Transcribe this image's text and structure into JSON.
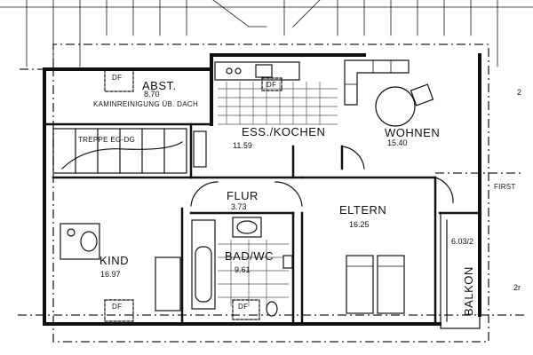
{
  "rooms": {
    "abstellraum": {
      "name": "ABST.",
      "area": "8.70",
      "note": "KAMINREINIGUNG ÜB. DACH"
    },
    "essen_kochen": {
      "name": "ESS./KOCHEN",
      "area": "11.59"
    },
    "wohnen": {
      "name": "WOHNEN",
      "area": "15.40"
    },
    "flur": {
      "name": "FLUR",
      "area": "3.73"
    },
    "eltern": {
      "name": "ELTERN",
      "area": "16.25"
    },
    "kind": {
      "name": "KIND",
      "area": "16.97"
    },
    "bad_wc": {
      "name": "BAD/WC",
      "area": "9.61"
    },
    "balkon": {
      "name": "BALKON",
      "area": "6.03/2"
    }
  },
  "labels": {
    "treppe": "TREPPE EG-DG",
    "dachfenster": "DF",
    "first": "FIRST",
    "edge_top": "2",
    "edge_bottom": "2r"
  }
}
